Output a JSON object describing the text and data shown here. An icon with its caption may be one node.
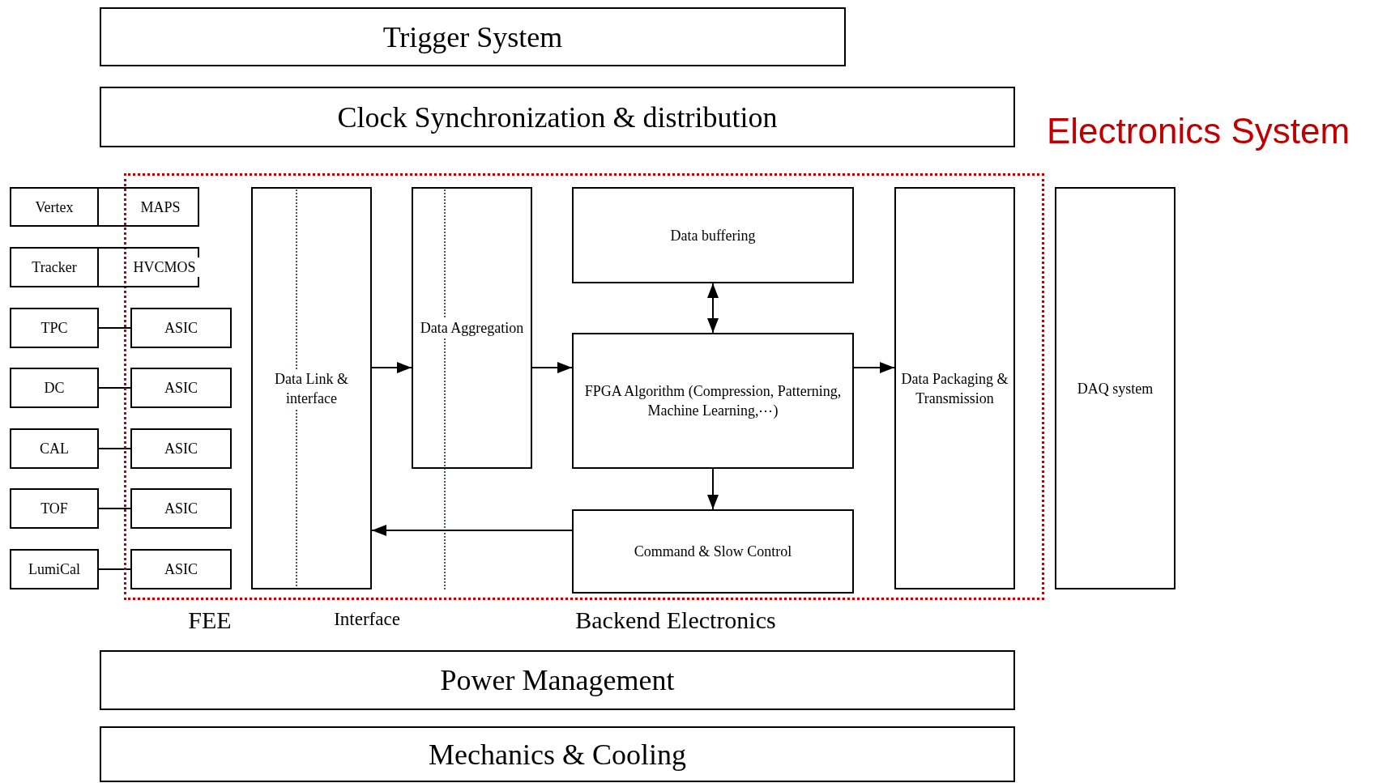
{
  "diagram": {
    "nodes": [
      {
        "text": [
          "Trigger System"
        ]
      },
      {
        "text": [
          "Clock Synchronization & distribution"
        ]
      },
      {
        "text": [
          "Electronics System"
        ]
      },
      {
        "text": [
          "Vertex"
        ]
      },
      {
        "text": [
          "MAPS"
        ]
      },
      {
        "text": [
          "Tracker"
        ]
      },
      {
        "text": [
          "HVCMOS"
        ]
      },
      {
        "text": [
          "TPC"
        ]
      },
      {
        "text": [
          "ASIC"
        ],
        "in": 2
      },
      {
        "text": [
          "DC"
        ]
      },
      {
        "text": [
          "ASIC"
        ],
        "in": 2
      },
      {
        "text": [
          "CAL"
        ]
      },
      {
        "text": [
          "ASIC"
        ],
        "in": 2
      },
      {
        "text": [
          "TOF"
        ]
      },
      {
        "text": [
          "ASIC"
        ],
        "in": 2
      },
      {
        "text": [
          "LumiCal"
        ]
      },
      {
        "text": [
          "ASIC"
        ],
        "in": 2
      },
      {
        "text": [
          "Data Link & interface"
        ],
        "in": 2
      },
      {
        "text": [
          "Data Aggregation"
        ],
        "in": 2
      },
      {
        "text": [
          "Data buffering"
        ],
        "in": 2
      },
      {
        "text": [
          "FPGA Algorithm (Compression, Patterning, Machine Learning,⋯)"
        ],
        "in": 2
      },
      {
        "text": [
          "Command & Slow Control"
        ],
        "in": 2
      },
      {
        "text": [
          "Data Packaging & Transmission"
        ],
        "in": 2
      },
      {
        "text": [
          "DAQ system"
        ]
      },
      {
        "text": [
          "Power Management"
        ]
      },
      {
        "text": [
          "Mechanics  & Cooling"
        ]
      }
    ],
    "edges": [
      {
        "from": 7,
        "to": 8,
        "arrow": "none"
      },
      {
        "from": 9,
        "to": 10,
        "arrow": "none"
      },
      {
        "from": 11,
        "to": 12,
        "arrow": "none"
      },
      {
        "from": 13,
        "to": 14,
        "arrow": "none"
      },
      {
        "from": 15,
        "to": 16,
        "arrow": "none"
      },
      {
        "from": 17,
        "to": 18,
        "arrow": "to"
      },
      {
        "from": 18,
        "to": 20,
        "arrow": "to"
      },
      {
        "from": 19,
        "to": 20,
        "arrow": "both"
      },
      {
        "from": 20,
        "to": 22,
        "arrow": "to"
      },
      {
        "from": 20,
        "to": 21,
        "arrow": "to"
      },
      {
        "from": 21,
        "to": 17,
        "arrow": "to"
      }
    ],
    "labels": [
      "FEE",
      "Interface",
      "Backend Electronics"
    ]
  }
}
